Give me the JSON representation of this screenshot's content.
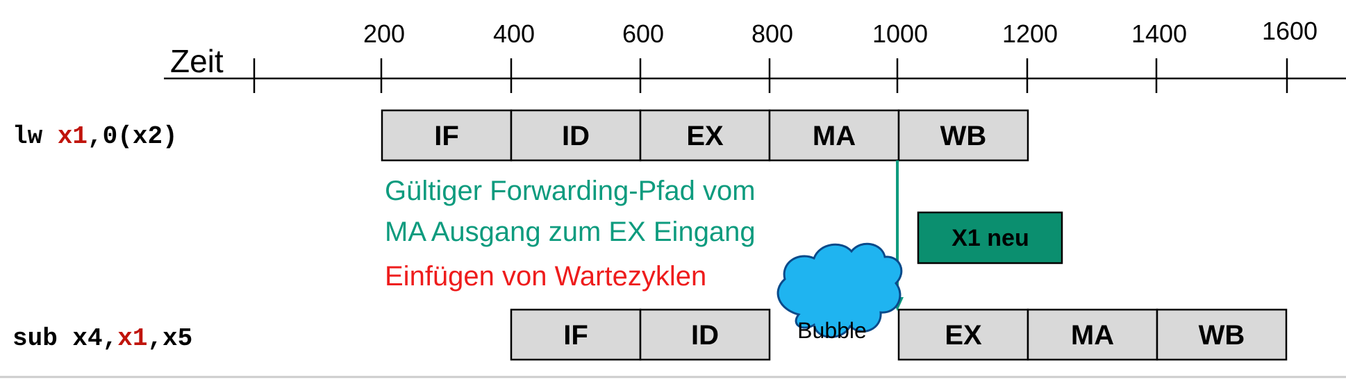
{
  "timeline": {
    "label": "Zeit",
    "ticks": [
      "200",
      "400",
      "600",
      "800",
      "1000",
      "1200",
      "1400",
      "1600"
    ]
  },
  "instructions": [
    {
      "name": "lw",
      "parts": [
        {
          "text": "lw ",
          "highlight": false
        },
        {
          "text": "x1",
          "highlight": true
        },
        {
          "text": ",0(x2)",
          "highlight": false
        }
      ],
      "stages": [
        "IF",
        "ID",
        "EX",
        "MA",
        "WB"
      ]
    },
    {
      "name": "sub",
      "parts": [
        {
          "text": "sub x4,",
          "highlight": false
        },
        {
          "text": "x1",
          "highlight": true
        },
        {
          "text": ",x5",
          "highlight": false
        }
      ],
      "stages": [
        "IF",
        "ID",
        "EX",
        "MA",
        "WB"
      ],
      "bubble": "Bubble"
    }
  ],
  "annotations": {
    "forwarding_line1": "Gültiger Forwarding-Pfad vom",
    "forwarding_line2": "MA Ausgang zum EX Eingang",
    "stall": "Einfügen von Wartezyklen",
    "register_box": "X1 neu"
  },
  "colors": {
    "stage_fill": "#d9d9d9",
    "forwarding": "#0d9b7e",
    "register_box": "#0b8f6f",
    "stall_text": "#ee1c1c",
    "register_highlight": "#c0140c",
    "bubble_fill": "#1fb4f0",
    "bubble_stroke": "#0a4a8a"
  }
}
